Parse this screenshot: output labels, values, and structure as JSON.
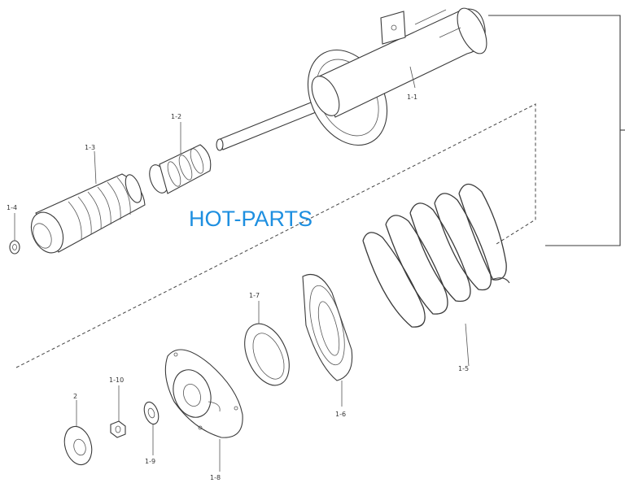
{
  "watermark": {
    "text": "HOT-PARTS",
    "color": "#1e8fe0"
  },
  "labels": {
    "p1_1": "1-1",
    "p1_2": "1-2",
    "p1_3": "1-3",
    "p1_4": "1-4",
    "p1_5": "1-5",
    "p1_6": "1-6",
    "p1_7": "1-7",
    "p1_8": "1-8",
    "p1_9": "1-9",
    "p1_10": "1-10",
    "p2": "2"
  }
}
